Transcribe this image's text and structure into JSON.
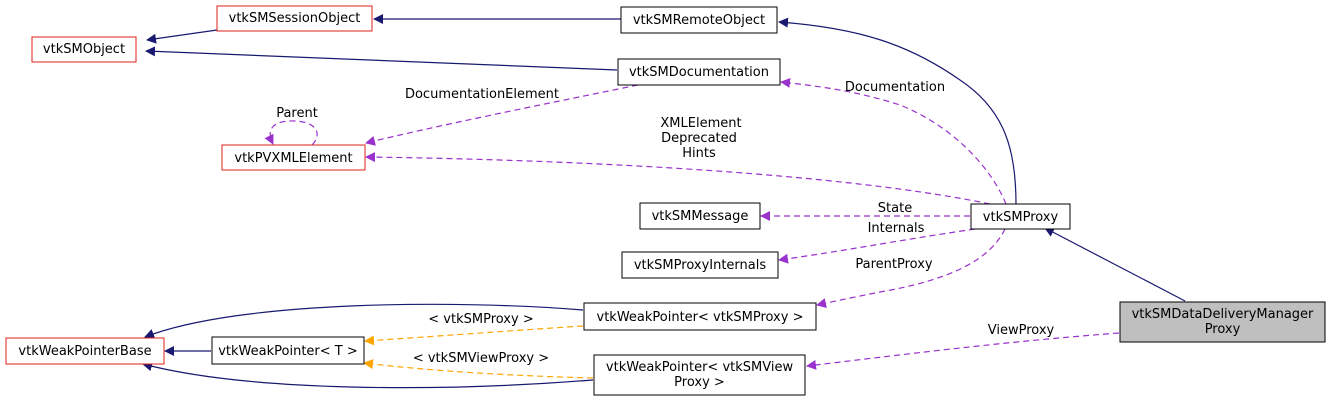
{
  "nodes": {
    "session_object": "vtkSMSessionObject",
    "remote_object": "vtkSMRemoteObject",
    "sm_object": "vtkSMObject",
    "documentation": "vtkSMDocumentation",
    "pvxml_element": "vtkPVXMLElement",
    "sm_message": "vtkSMMessage",
    "sm_proxy": "vtkSMProxy",
    "proxy_internals": "vtkSMProxyInternals",
    "weak_ptr_proxy": "vtkWeakPointer< vtkSMProxy >",
    "weak_ptr_base": "vtkWeakPointerBase",
    "weak_ptr_t": "vtkWeakPointer< T >",
    "weak_ptr_view_line1": "vtkWeakPointer< vtkSMView",
    "weak_ptr_view_line2": "Proxy >",
    "ddm_line1": "vtkSMDataDeliveryManager",
    "ddm_line2": "Proxy"
  },
  "edge_labels": {
    "documentation_element": "DocumentationElement",
    "parent": "Parent",
    "documentation": "Documentation",
    "xml_line1": "XMLElement",
    "xml_line2": "Deprecated",
    "xml_line3": "Hints",
    "state": "State",
    "internals": "Internals",
    "parent_proxy": "ParentProxy",
    "tmpl_proxy": "< vtkSMProxy >",
    "tmpl_view_proxy": "< vtkSMViewProxy >",
    "view_proxy": "ViewProxy"
  },
  "colors": {
    "inheritance": "#191970",
    "usage": "#9a32cd",
    "template": "#ffa500",
    "undocumented_border": "#e0201b",
    "focus_fill": "#bfbfbf"
  }
}
